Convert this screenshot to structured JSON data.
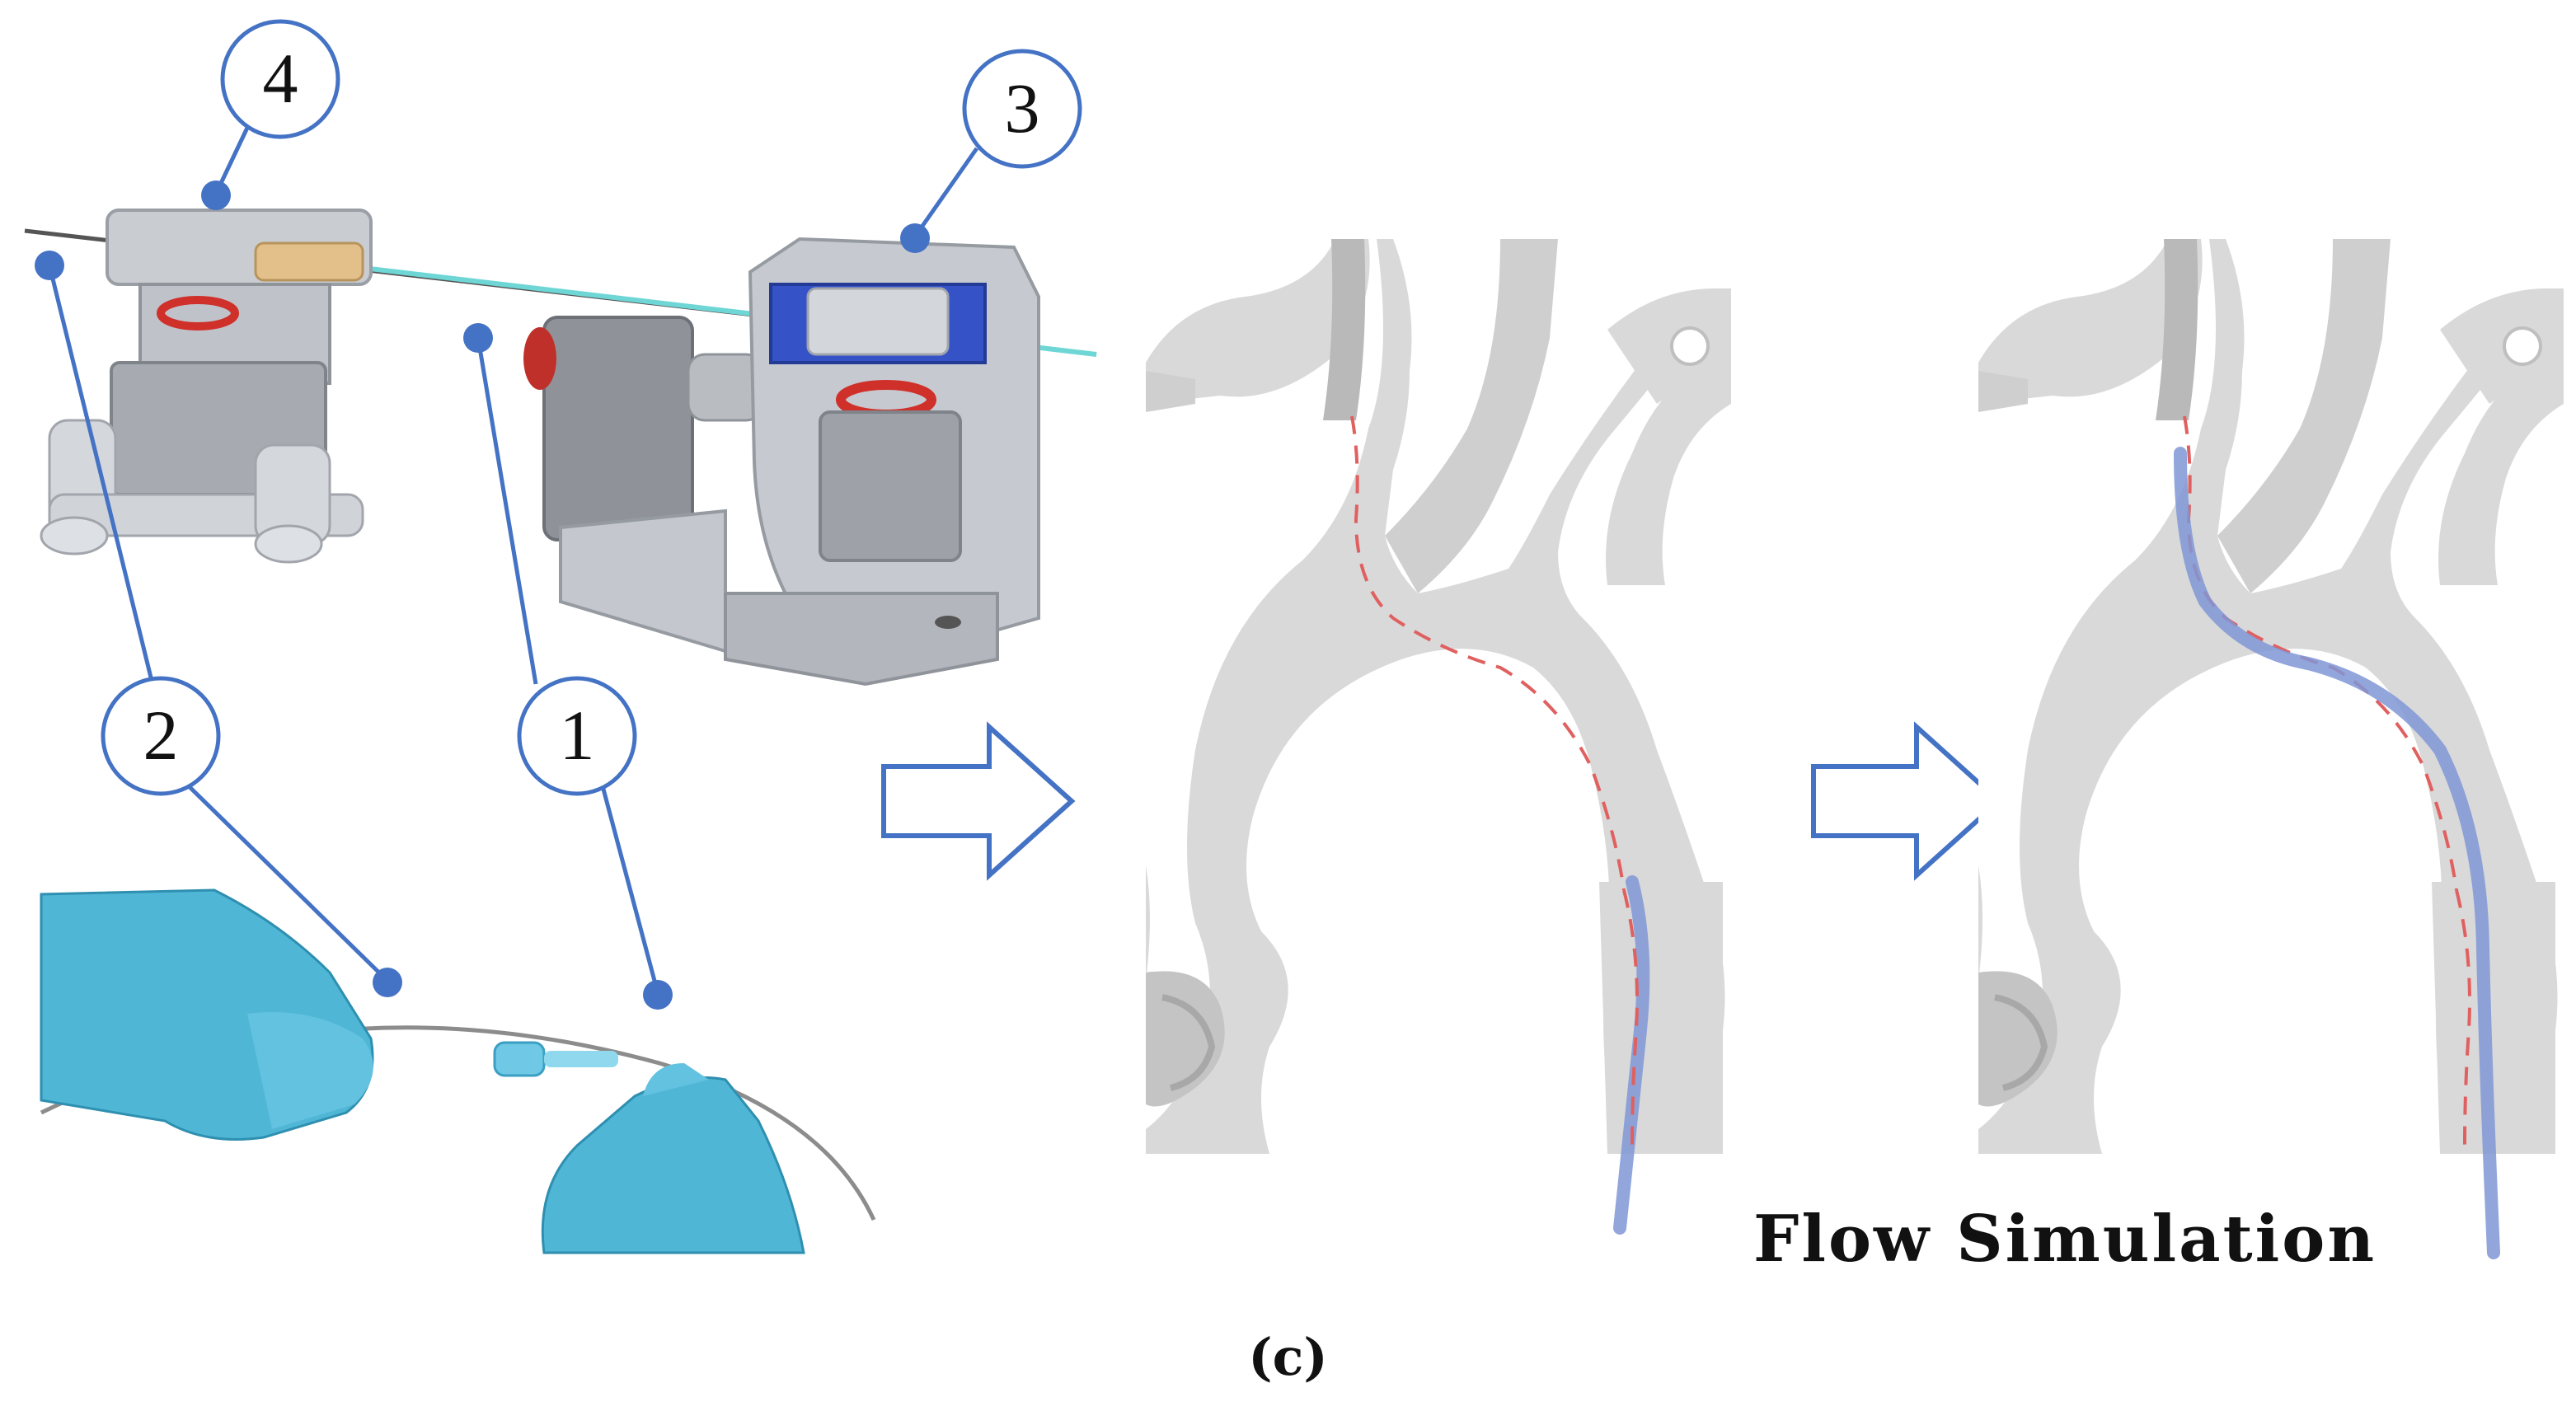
{
  "callouts": [
    {
      "id": "1",
      "text": "1"
    },
    {
      "id": "2",
      "text": "2"
    },
    {
      "id": "3",
      "text": "3"
    },
    {
      "id": "4",
      "text": "4"
    }
  ],
  "flow_label": "Flow Simulation",
  "caption": "(c)",
  "colors": {
    "callout_blue": "#4472c4",
    "vessel_gray": "#d9d9d9",
    "vessel_dark": "#bfbfbf",
    "centerline_red": "#e06060",
    "guidewire_blue": "#7f96d6",
    "glove_blue": "#4fb6d6",
    "device_gray": "#a9adb3"
  }
}
